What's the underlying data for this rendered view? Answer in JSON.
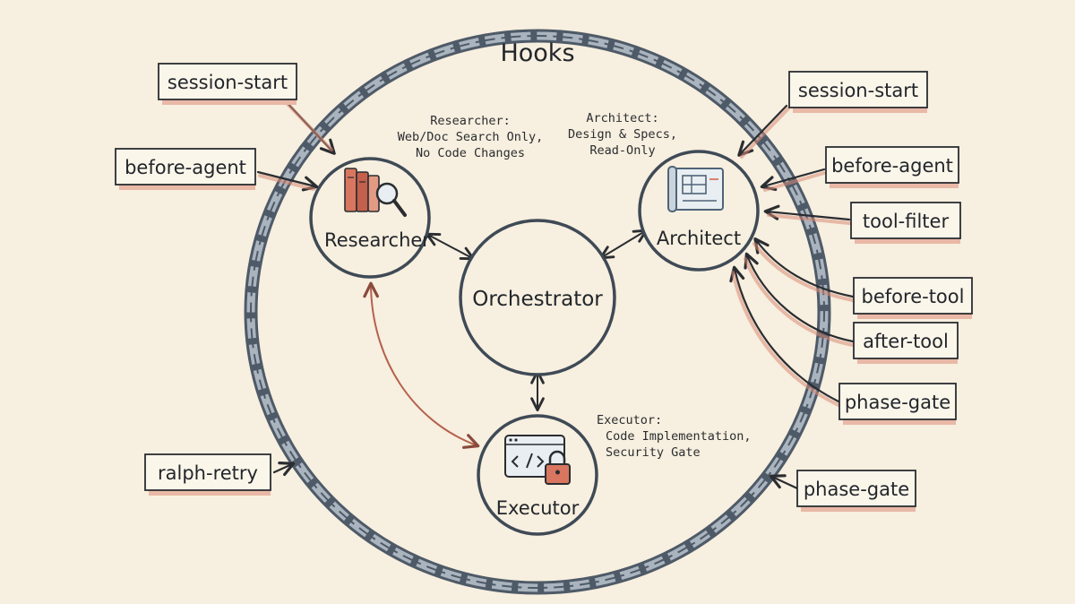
{
  "title": "Hooks",
  "colors": {
    "background": "#f7efdf",
    "ink": "#2a2d31",
    "chain": "#6b7785",
    "arrow": "#c9735e",
    "hook_shadow": "#e9b8a6",
    "icon_accent": "#d9765f",
    "icon_slate": "#4f6478"
  },
  "nodes": {
    "orchestrator": {
      "label": "Orchestrator"
    },
    "researcher": {
      "label": "Researcher",
      "icon": "books-magnifier-icon",
      "note": [
        "Researcher:",
        "Web/Doc Search Only,",
        "No Code Changes"
      ]
    },
    "architect": {
      "label": "Architect",
      "icon": "blueprint-icon",
      "note": [
        "Architect:",
        "Design & Specs,",
        "Read-Only"
      ]
    },
    "executor": {
      "label": "Executor",
      "icon": "code-lock-icon",
      "note": [
        "Executor:",
        "Code Implementation,",
        "Security Gate"
      ]
    }
  },
  "hooks": {
    "left": [
      {
        "label": "session-start",
        "target": "researcher"
      },
      {
        "label": "before-agent",
        "target": "researcher"
      },
      {
        "label": "ralph-retry",
        "target": "chain"
      }
    ],
    "right": [
      {
        "label": "session-start",
        "target": "architect"
      },
      {
        "label": "before-agent",
        "target": "architect"
      },
      {
        "label": "tool-filter",
        "target": "architect"
      },
      {
        "label": "before-tool",
        "target": "architect"
      },
      {
        "label": "after-tool",
        "target": "architect"
      },
      {
        "label": "phase-gate",
        "target": "architect"
      },
      {
        "label": "phase-gate",
        "target": "chain"
      }
    ]
  }
}
